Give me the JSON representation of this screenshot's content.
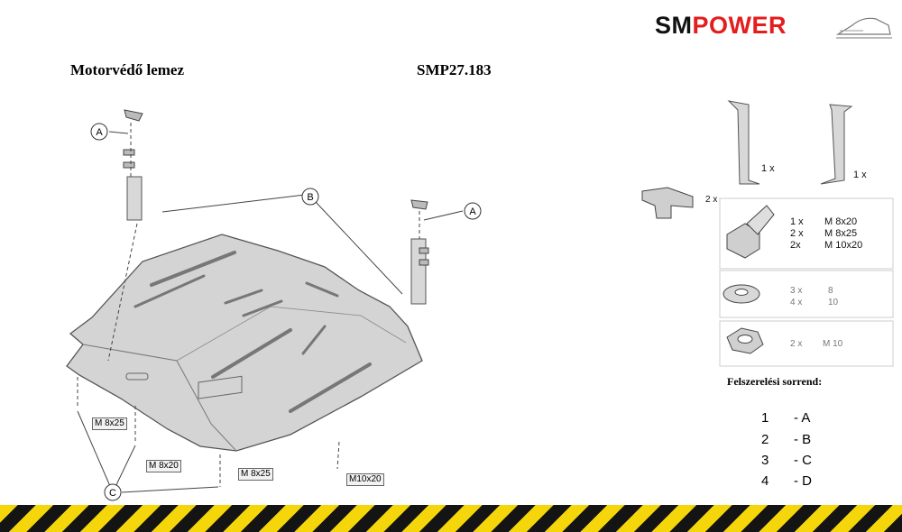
{
  "brand": {
    "part1": "SM",
    "part2": "POWER"
  },
  "title": "Motorvédő lemez",
  "code": "SMP27.183",
  "callouts": {
    "a": "A",
    "b": "B",
    "c": "C"
  },
  "size_tags": {
    "m8x25_1": "M 8x25",
    "m8x20": "M 8x20",
    "m8x25_2": "M 8x25",
    "m10x20": "M10x20"
  },
  "parts": {
    "bracket1_qty": "1 x",
    "bracket2_qty": "1 x",
    "clip_qty": "2 x",
    "bolts": [
      {
        "qty": "1 x",
        "size": "M 8x20"
      },
      {
        "qty": "2 x",
        "size": "M 8x25"
      },
      {
        "qty": "2x",
        "size": "M 10x20"
      }
    ],
    "washers": [
      {
        "qty": "3 x",
        "size": "8"
      },
      {
        "qty": "4 x",
        "size": "10"
      }
    ],
    "nut": {
      "qty": "2 x",
      "size": "M 10"
    }
  },
  "order": {
    "title": "Felszerelési sorrend:",
    "steps": [
      {
        "n": "1",
        "label": "- A"
      },
      {
        "n": "2",
        "label": "- B"
      },
      {
        "n": "3",
        "label": "- C"
      },
      {
        "n": "4",
        "label": "- D"
      }
    ]
  },
  "colors": {
    "plate": "#d4d4d4",
    "brand_red": "#e41d1d",
    "hazard_yellow": "#f4d60a",
    "hazard_black": "#141414"
  }
}
